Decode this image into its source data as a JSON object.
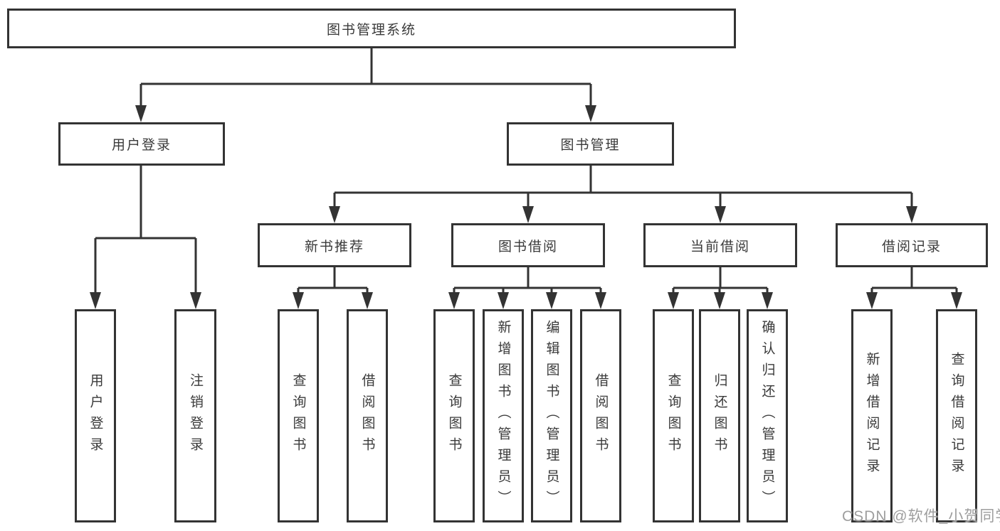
{
  "tree": {
    "root": {
      "label": "图书管理系统",
      "children": [
        {
          "label": "用户登录",
          "children": [
            {
              "label": "用户登录"
            },
            {
              "label": "注销登录"
            }
          ]
        },
        {
          "label": "图书管理",
          "children": [
            {
              "label": "新书推荐",
              "children": [
                {
                  "label": "查询图书"
                },
                {
                  "label": "借阅图书"
                }
              ]
            },
            {
              "label": "图书借阅",
              "children": [
                {
                  "label": "查询图书"
                },
                {
                  "label": "新增图书（管理员）"
                },
                {
                  "label": "编辑图书（管理员）"
                },
                {
                  "label": "借阅图书"
                }
              ]
            },
            {
              "label": "当前借阅",
              "children": [
                {
                  "label": "查询图书"
                },
                {
                  "label": "归还图书"
                },
                {
                  "label": "确认归还（管理员）"
                }
              ]
            },
            {
              "label": "借阅记录",
              "children": [
                {
                  "label": "新增借阅记录"
                },
                {
                  "label": "查询借阅记录"
                }
              ]
            }
          ]
        }
      ]
    }
  },
  "watermark": {
    "text": "CSDN @软件_小贺同学"
  },
  "colors": {
    "line": "#333333",
    "box_border": "#333333",
    "box_background": "#ffffff",
    "text": "#3a3a3a",
    "watermark": "#9e9e9e"
  }
}
